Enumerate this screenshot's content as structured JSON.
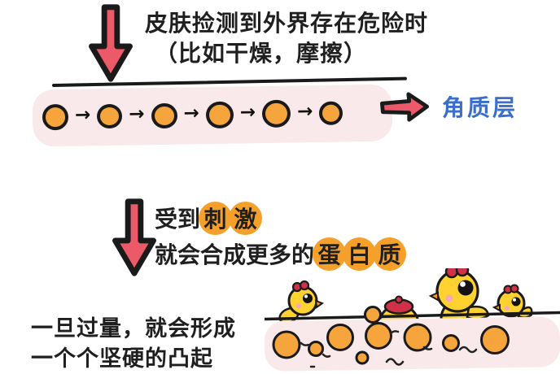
{
  "colors": {
    "arrow_red": "#ec5a6a",
    "outline": "#1a1a1a",
    "cell_orange": "#f5a53c",
    "band_pink": "#f9e9ea",
    "label_blue": "#3b6ecb",
    "text_black": "#1f1f1f",
    "chick_yellow": "#ffd230",
    "comb_red": "#cf3148",
    "beak_orange": "#f59a23",
    "cheek_pink": "#f6aab8",
    "hl_orange": "#f6a02c"
  },
  "top": {
    "line1": "皮肤捡测到外界存在危险时",
    "line2": "（比如干燥，摩擦）"
  },
  "membrane": {
    "cell_count": 6,
    "arrow_glyph": "→",
    "label": "角质层"
  },
  "stimulus": {
    "prefix": "受到",
    "h1": [
      "刺",
      "激"
    ],
    "line2_prefix": "就会合成更多的",
    "h2": [
      "蛋",
      "白",
      "质"
    ]
  },
  "result": {
    "line1": "一旦过量，就会形成",
    "line2": "一个个坚硬的凸起"
  },
  "icons": {
    "down_arrow": "down-arrow-icon",
    "right_arrow": "right-arrow-icon"
  }
}
